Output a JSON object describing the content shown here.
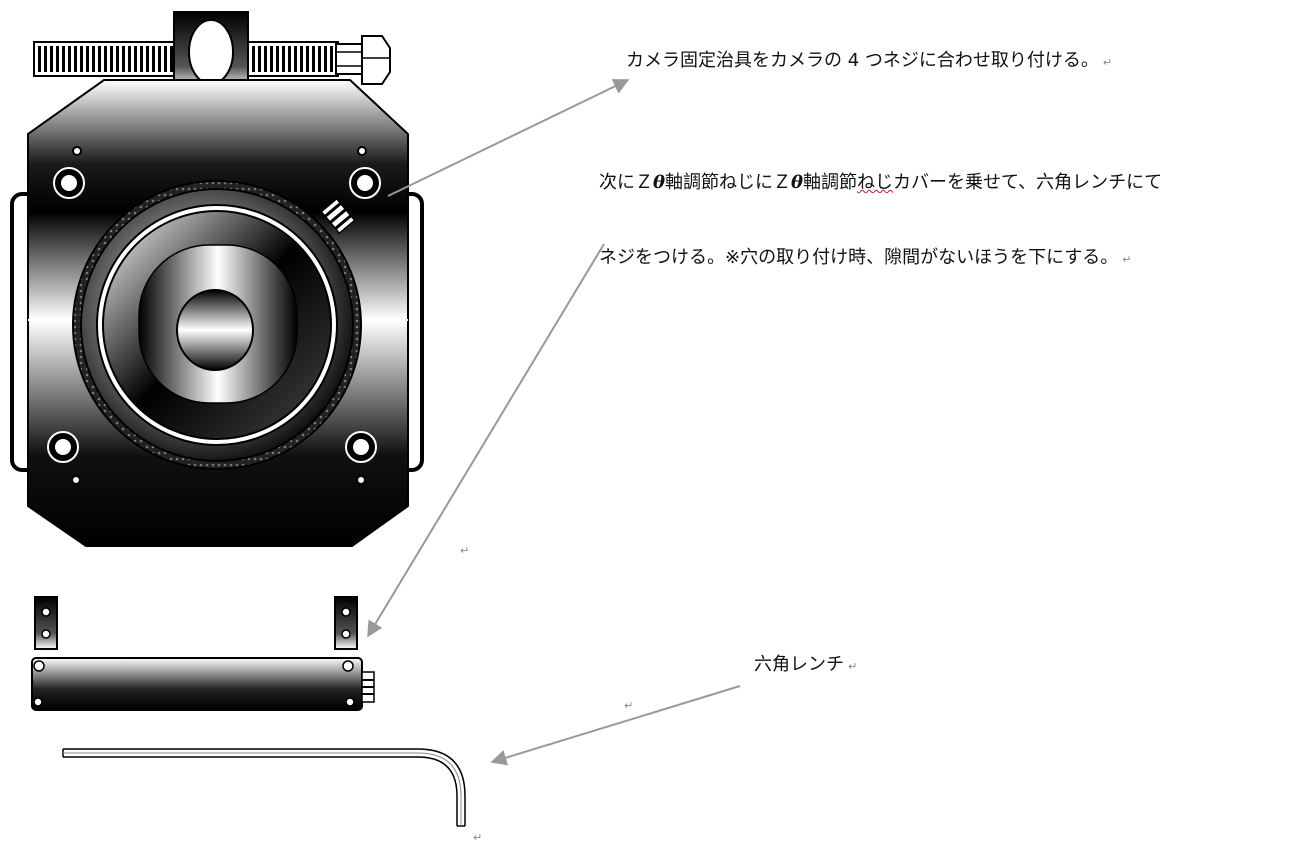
{
  "document": {
    "paragraph_1": "カメラ固定治具をカメラの 4 つネジに合わせ取り付ける。",
    "paragraph_2": {
      "line1_part1": "次にＺ",
      "theta": "θ",
      "line1_part2": "軸調節ねじにＺ",
      "line1_part3": "軸調節",
      "squiggle_word": "ねじ",
      "line1_part4": "カバーを乗せて、六角レンチにて",
      "line2": "ネジをつける。※穴の取り付け時、隙間がないほうを下にする。"
    },
    "label_wrench": "六角レンチ",
    "return_mark": "↵"
  },
  "colors": {
    "arrow": "#999999",
    "metal_dark": "#111111",
    "metal_light": "#ffffff",
    "spellcheck_underline": "#d21c1c"
  }
}
